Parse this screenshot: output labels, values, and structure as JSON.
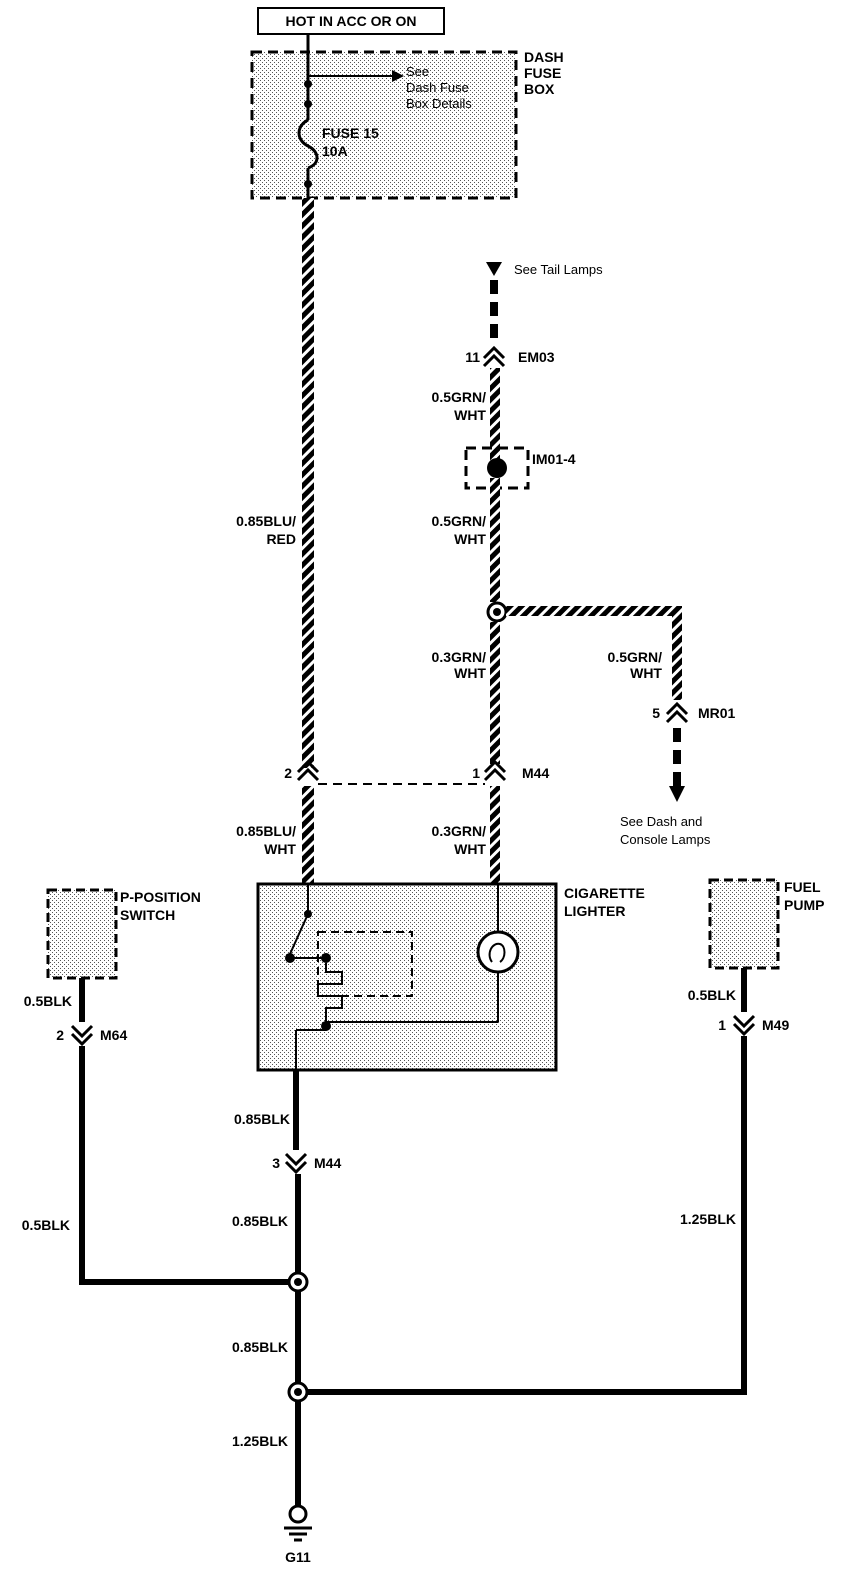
{
  "header": {
    "power_label": "HOT IN ACC OR ON"
  },
  "fuse_box": {
    "name_line1": "DASH",
    "name_line2": "FUSE",
    "name_line3": "BOX",
    "ref_line1": "See",
    "ref_line2": "Dash Fuse",
    "ref_line3": "Box Details",
    "fuse_line1": "FUSE 15",
    "fuse_line2": "10A"
  },
  "tail_ref": "See Tail Lamps",
  "connectors": {
    "em03_pin": "11",
    "em03_name": "EM03",
    "im01": "IM01-4",
    "mr01_pin": "5",
    "mr01_name": "MR01",
    "m44_pin2": "2",
    "m44_pin1": "1",
    "m44_name": "M44",
    "m64_pin": "2",
    "m64_name": "M64",
    "m44b_pin": "3",
    "m44b_name": "M44",
    "m49_pin": "1",
    "m49_name": "M49"
  },
  "wires": {
    "w_grn1_a": "0.5GRN/",
    "w_grn1_b": "WHT",
    "w_grn2_a": "0.5GRN/",
    "w_grn2_b": "WHT",
    "w_grn3_a": "0.3GRN/",
    "w_grn3_b": "WHT",
    "w_grn4_a": "0.5GRN/",
    "w_grn4_b": "WHT",
    "w_grn5_a": "0.3GRN/",
    "w_grn5_b": "WHT",
    "w_blu1_a": "0.85BLU/",
    "w_blu1_b": "RED",
    "w_blu2_a": "0.85BLU/",
    "w_blu2_b": "WHT",
    "w_blk_ppos": "0.5BLK",
    "w_blk_ppos2": "0.5BLK",
    "w_blk_lit": "0.85BLK",
    "w_blk_lit2": "0.85BLK",
    "w_blk_mid": "0.85BLK",
    "w_blk_bot": "1.25BLK",
    "w_blk_pump": "0.5BLK",
    "w_blk_pump2": "1.25BLK"
  },
  "dash_ref_line1": "See Dash and",
  "dash_ref_line2": "Console Lamps",
  "components": {
    "ppos_line1": "P-POSITION",
    "ppos_line2": "SWITCH",
    "lighter_line1": "CIGARETTE",
    "lighter_line2": "LIGHTER",
    "pump_line1": "FUEL",
    "pump_line2": "PUMP"
  },
  "ground": "G11"
}
